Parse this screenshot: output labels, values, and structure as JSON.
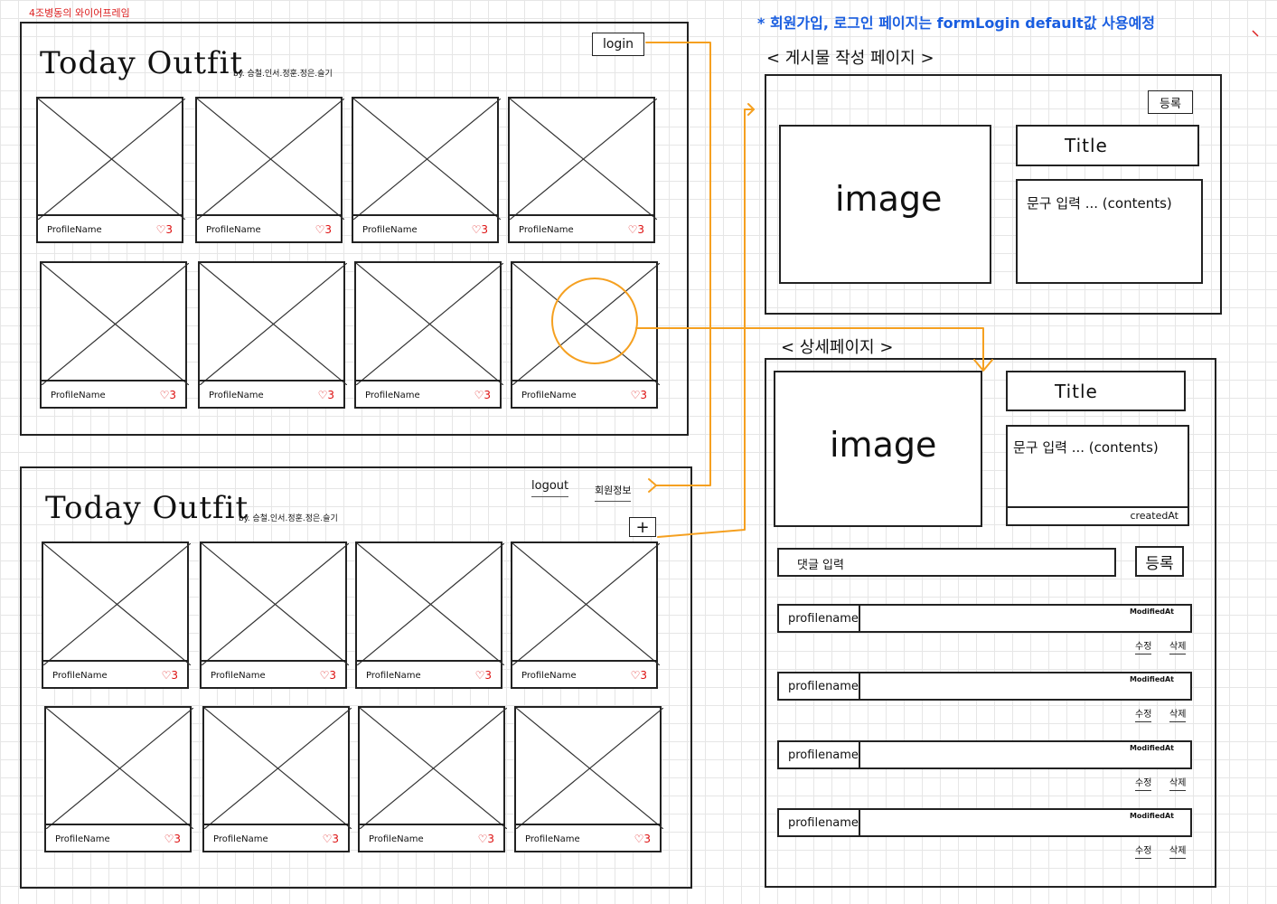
{
  "notes": {
    "top_left": "4조병동의 와이어프레임",
    "top_right": "* 회원가입, 로그인 페이지는 formLogin default값 사용예정"
  },
  "main_page": {
    "title": "Today Outfit",
    "byline": "by. 승철.인서.정훈.정은.슬기",
    "login_label": "login"
  },
  "logged_in_page": {
    "title": "Today Outfit",
    "byline": "by. 승철.인서.정훈.정은.슬기",
    "logout_label": "logout",
    "member_info_label": "회원정보",
    "add_label": "+"
  },
  "card": {
    "profile_name": "ProfileName",
    "likes": "♡3"
  },
  "write_page": {
    "heading": "< 게시물 작성 페이지 >",
    "register_label": "등록",
    "image_label": "image",
    "title_label": "Title",
    "contents_label": "문구 입력 ... (contents)"
  },
  "detail_page": {
    "heading": "< 상세페이지 >",
    "image_label": "image",
    "title_label": "Title",
    "contents_label": "문구 입력 ... (contents)",
    "created_at_label": "createdAt",
    "comment_placeholder": "댓글 입력",
    "comment_register_label": "등록",
    "comments": [
      {
        "name": "profilename",
        "modified": "ModifiedAt",
        "edit": "수정",
        "delete": "삭제"
      },
      {
        "name": "profilename",
        "modified": "ModifiedAt",
        "edit": "수정",
        "delete": "삭제"
      },
      {
        "name": "profilename",
        "modified": "ModifiedAt",
        "edit": "수정",
        "delete": "삭제"
      },
      {
        "name": "profilename",
        "modified": "ModifiedAt",
        "edit": "수정",
        "delete": "삭제"
      }
    ]
  },
  "colors": {
    "arrow": "#f5a020",
    "note_red": "#dd2222",
    "note_blue": "#1a5ee0",
    "heart": "#dd1111"
  }
}
